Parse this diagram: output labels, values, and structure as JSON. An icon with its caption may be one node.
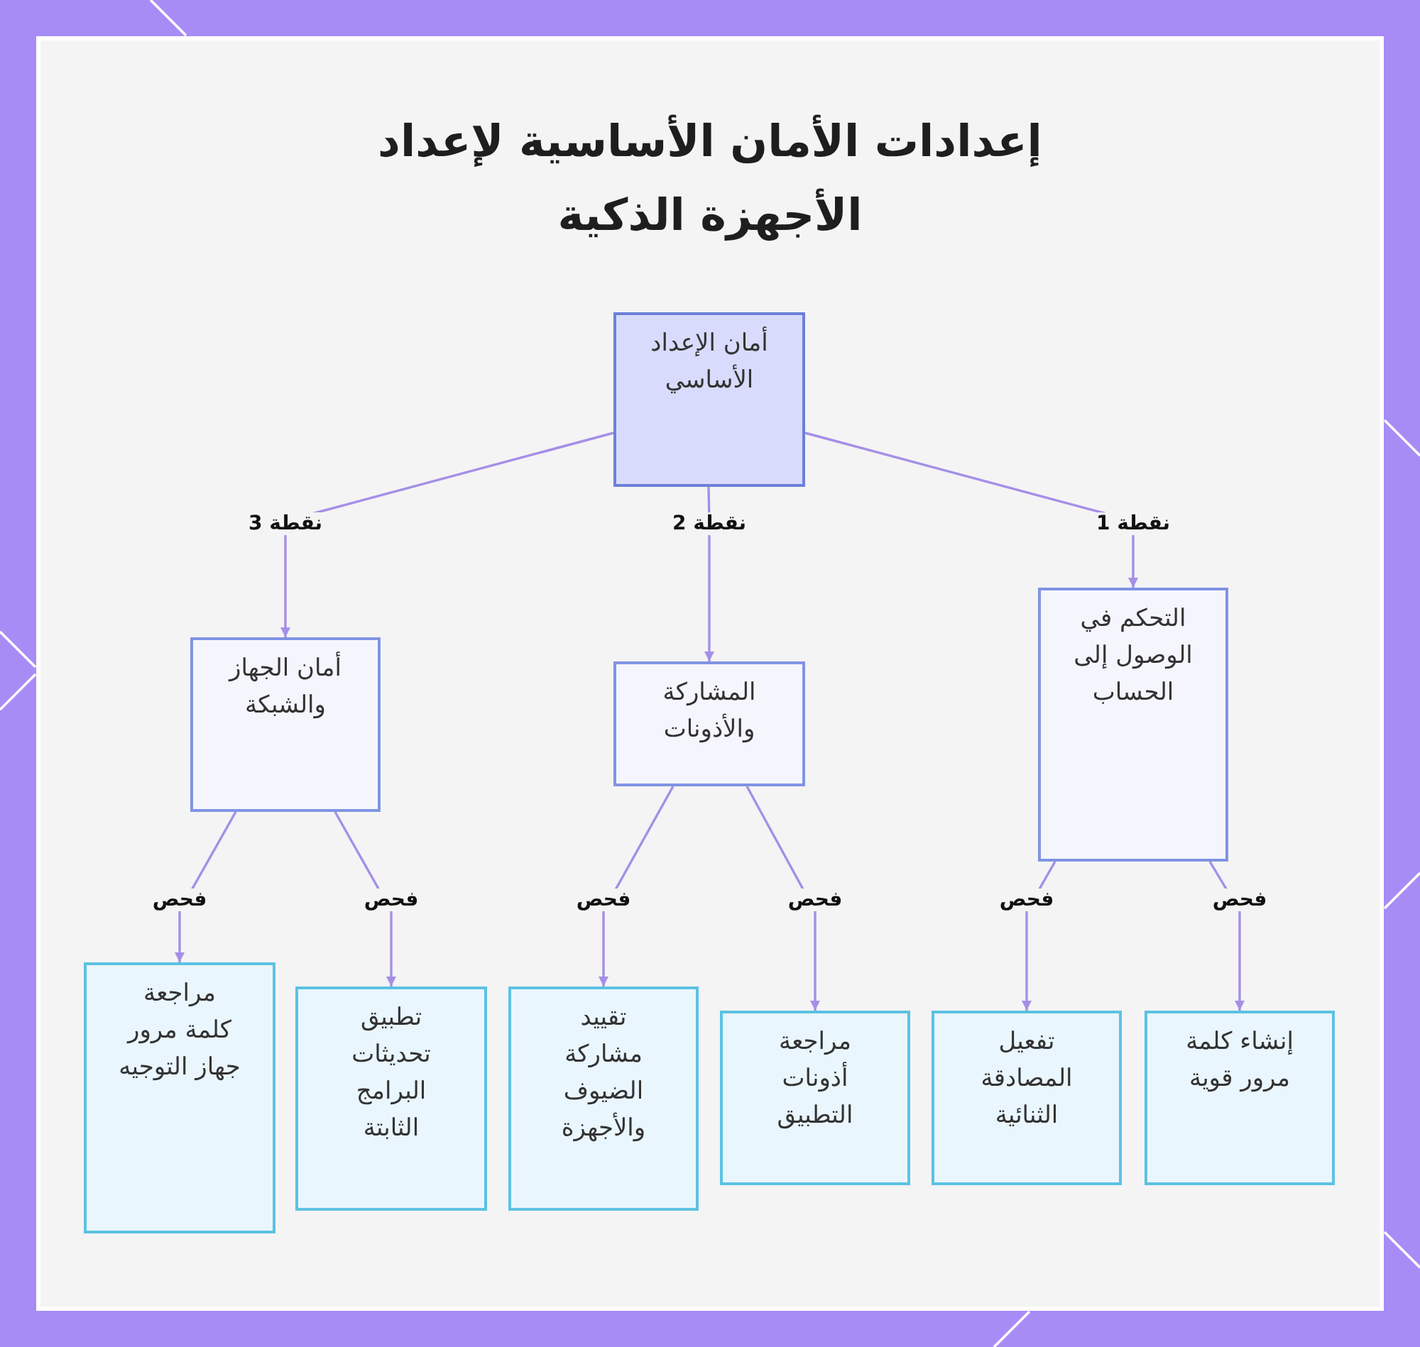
{
  "diagram": {
    "title": "إعدادات الأمان الأساسية لإعداد الأجهزة الذكية",
    "nodes": [
      {
        "text": [
          "أمان الإعداد الأساسي"
        ]
      },
      {
        "text": [
          "التحكم في الوصول إلى الحساب"
        ]
      },
      {
        "text": [
          "المشاركة والأذونات"
        ]
      },
      {
        "text": [
          "أمان الجهاز والشبكة"
        ]
      },
      {
        "text": [
          "إنشاء كلمة مرور قوية"
        ]
      },
      {
        "text": [
          "تفعيل المصادقة الثنائية"
        ]
      },
      {
        "text": [
          "مراجعة أذونات التطبيق"
        ]
      },
      {
        "text": [
          "تقييد مشاركة الضيوف والأجهزة"
        ]
      },
      {
        "text": [
          "تطبيق تحديثات البرامج الثابتة"
        ]
      },
      {
        "text": [
          "مراجعة كلمة مرور جهاز التوجيه"
        ]
      }
    ],
    "edges": [
      {
        "from": 0,
        "to": 1,
        "arrow": "to",
        "label": "نقطة 1"
      },
      {
        "from": 0,
        "to": 2,
        "arrow": "to",
        "label": "نقطة 2"
      },
      {
        "from": 0,
        "to": 3,
        "arrow": "to",
        "label": "نقطة 3"
      },
      {
        "from": 1,
        "to": 4,
        "arrow": "to",
        "label": "فحص"
      },
      {
        "from": 1,
        "to": 5,
        "arrow": "to",
        "label": "فحص"
      },
      {
        "from": 2,
        "to": 6,
        "arrow": "to",
        "label": "فحص"
      },
      {
        "from": 2,
        "to": 7,
        "arrow": "to",
        "label": "فحص"
      },
      {
        "from": 3,
        "to": 8,
        "arrow": "to",
        "label": "فحص"
      },
      {
        "from": 3,
        "to": 9,
        "arrow": "to",
        "label": "فحص"
      }
    ]
  }
}
